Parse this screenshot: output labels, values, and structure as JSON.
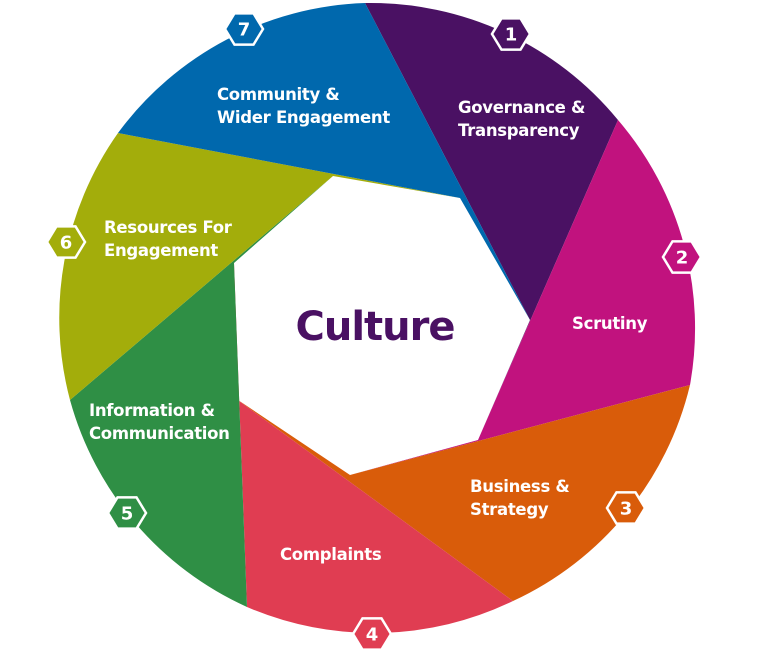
{
  "center": {
    "label": "Culture",
    "color": "#4a1163"
  },
  "segments": [
    {
      "number": "1",
      "lines": [
        "Governance &",
        "Transparency"
      ],
      "color": "#4a1163"
    },
    {
      "number": "2",
      "lines": [
        "Scrutiny"
      ],
      "color": "#c1127e"
    },
    {
      "number": "3",
      "lines": [
        "Business &",
        "Strategy"
      ],
      "color": "#d95c0a"
    },
    {
      "number": "4",
      "lines": [
        "Complaints"
      ],
      "color": "#e03d52"
    },
    {
      "number": "5",
      "lines": [
        "Information &",
        "Communication"
      ],
      "color": "#2f8f45"
    },
    {
      "number": "6",
      "lines": [
        "Resources For",
        "Engagement"
      ],
      "color": "#a3ad0b"
    },
    {
      "number": "7",
      "lines": [
        "Community &",
        "Wider Engagement"
      ],
      "color": "#0068ad"
    }
  ]
}
